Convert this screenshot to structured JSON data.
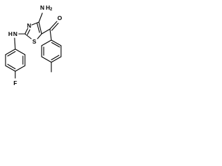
{
  "molecule": {
    "atoms": {
      "amine_n": "N",
      "amine_h": "H",
      "amine_h_count": "2",
      "ring_n": "N",
      "ring_s": "S",
      "nh_n": "N",
      "nh_h": "H",
      "fluorine": "F",
      "carbonyl_o": "O"
    }
  }
}
